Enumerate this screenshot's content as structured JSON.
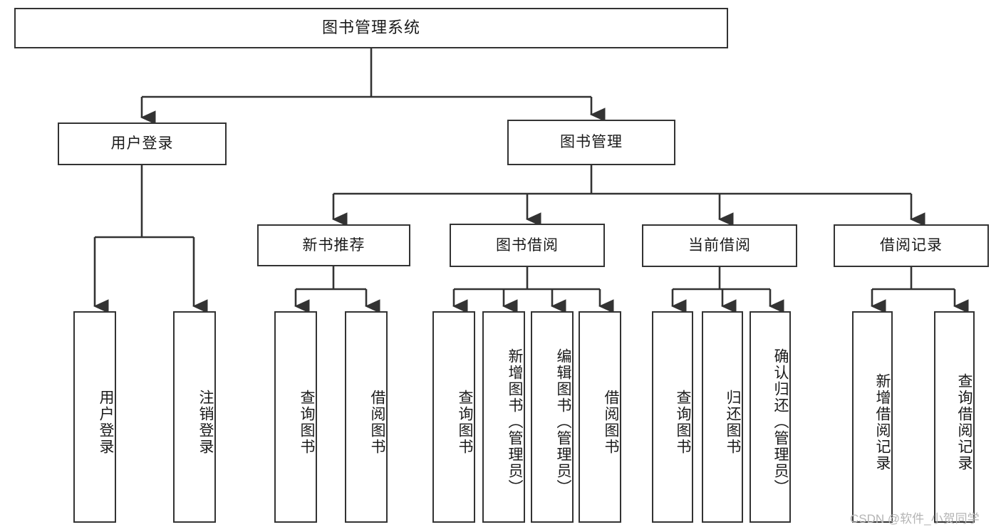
{
  "diagram": {
    "type": "tree-hierarchy",
    "title": "图书管理系统",
    "orientation": "top-down",
    "colors": {
      "box_border": "#333333",
      "box_fill": "#ffffff",
      "edge": "#333333",
      "text": "#1a1a1a",
      "watermark": "#b4b4b4",
      "background": "#ffffff"
    },
    "root": {
      "label": "图书管理系统"
    },
    "level2": [
      {
        "label": "用户登录"
      },
      {
        "label": "图书管理"
      }
    ],
    "level3": [
      {
        "label": "新书推荐"
      },
      {
        "label": "图书借阅"
      },
      {
        "label": "当前借阅"
      },
      {
        "label": "借阅记录"
      }
    ],
    "leaves": {
      "user_login": [
        {
          "label": "用户登录"
        },
        {
          "label": "注销登录"
        }
      ],
      "new_book_recommend": [
        {
          "label": "查询图书"
        },
        {
          "label": "借阅图书"
        }
      ],
      "book_borrow": [
        {
          "label": "查询图书"
        },
        {
          "label": "新增图书（管理员）"
        },
        {
          "label": "编辑图书（管理员）"
        },
        {
          "label": "借阅图书"
        }
      ],
      "current_borrow": [
        {
          "label": "查询图书"
        },
        {
          "label": "归还图书"
        },
        {
          "label": "确认归还（管理员）"
        }
      ],
      "borrow_record": [
        {
          "label": "新增借阅记录"
        },
        {
          "label": "查询借阅记录"
        }
      ]
    }
  },
  "watermark": {
    "text": "CSDN @软件_小贺同学"
  }
}
